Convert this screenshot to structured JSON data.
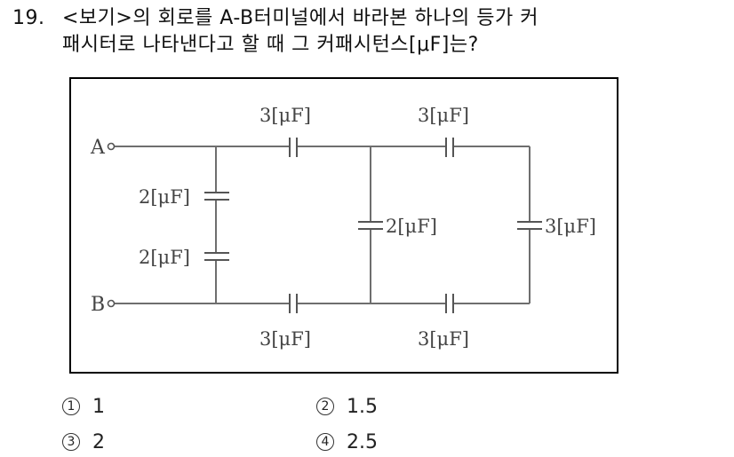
{
  "question": {
    "number": "19.",
    "line1": "<보기>의 회로를 A-B터미널에서 바라본 하나의 등가 커",
    "line2": "패시터로 나타낸다고 할 때 그 커패시턴스[μF]는?"
  },
  "circuit": {
    "terminals": {
      "a": "A",
      "b": "B"
    },
    "capacitors": {
      "top_left": "3[μF]",
      "top_right": "3[μF]",
      "bottom_left": "3[μF]",
      "bottom_right": "3[μF]",
      "left_upper": "2[μF]",
      "left_lower": "2[μF]",
      "middle": "2[μF]",
      "right": "3[μF]"
    }
  },
  "choices": [
    {
      "marker": "1",
      "value": "1"
    },
    {
      "marker": "2",
      "value": "1.5"
    },
    {
      "marker": "3",
      "value": "2"
    },
    {
      "marker": "4",
      "value": "2.5"
    }
  ]
}
